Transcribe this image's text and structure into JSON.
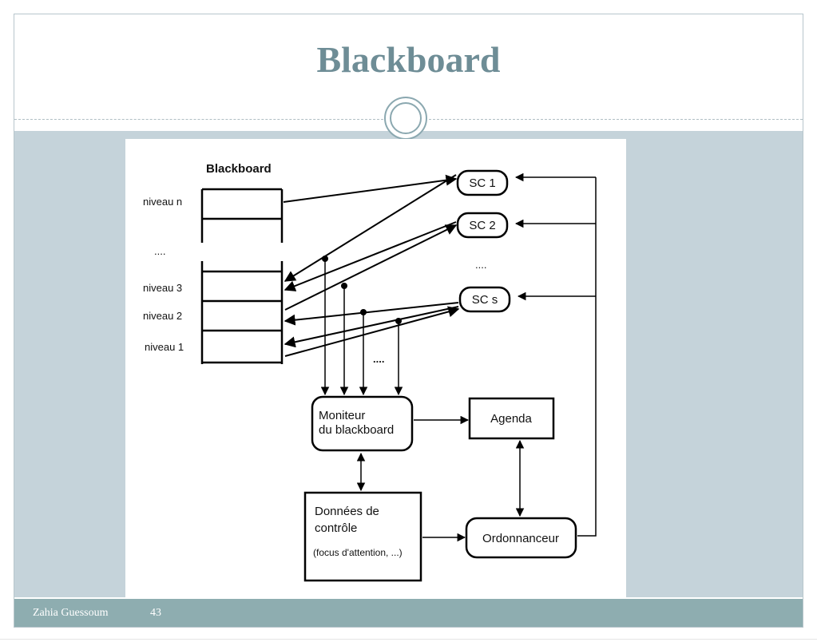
{
  "slide": {
    "title": "Blackboard",
    "footer_author": "Zahia Guessoum",
    "page_number": "43"
  },
  "diagram": {
    "blackboard_label": "Blackboard",
    "levels": {
      "n": "niveau n",
      "gap": "....",
      "l3": "niveau 3",
      "l2": "niveau 2",
      "l1": "niveau 1"
    },
    "sources": {
      "sc1": "SC 1",
      "sc2": "SC 2",
      "gap": "....",
      "scs": "SC s"
    },
    "arrows_gap": "....",
    "monitor": {
      "line1": "Moniteur",
      "line2": "du blackboard"
    },
    "agenda": "Agenda",
    "control": {
      "line1": "Données de",
      "line2": "contrôle",
      "line3": "(focus d'attention, ...)"
    },
    "scheduler": "Ordonnanceur",
    "colors": {
      "stroke": "#000000",
      "title": "#6e8d96",
      "band": "#c5d3da",
      "footer": "#8eadb0"
    }
  }
}
